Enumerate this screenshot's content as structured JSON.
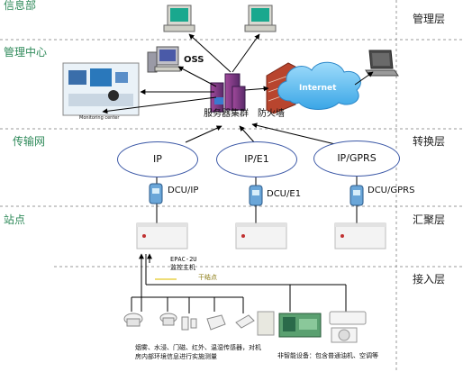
{
  "zones": {
    "info": "信息部",
    "mgmt_center": "管理中心",
    "transport": "传输网",
    "station": "站点"
  },
  "layers": {
    "management": "管理层",
    "conversion": "转换层",
    "aggregation": "汇聚层",
    "access": "接入层"
  },
  "nodes": {
    "oss": "OSS",
    "monitoring_center": "Monitoring center",
    "server_cluster": "服务器集群",
    "firewall": "防火墙",
    "internet": "Internet"
  },
  "networks": [
    "IP",
    "IP/E1",
    "IP/GPRS"
  ],
  "dcus": [
    "DCU/IP",
    "DCU/E1",
    "DCU/GPRS"
  ],
  "access_labels": {
    "host_line1": "EPAC-2U",
    "host_line2": "监控主机",
    "dry_contact": "干结点",
    "sensors_line1": "烟雾、水浸、门磁、红外、温湿传感器，对机",
    "sensors_line2": "房内部环境信息进行实施测量",
    "non_smart_line1": "非智能设备：包含普通油机、空调等"
  },
  "colors": {
    "zone_text": "#2f8a5a",
    "bubble_border": "#3a57a6",
    "firewall": "#b8452e",
    "cloud": "#58b8ee",
    "yellow_line": "#e8d24a"
  }
}
